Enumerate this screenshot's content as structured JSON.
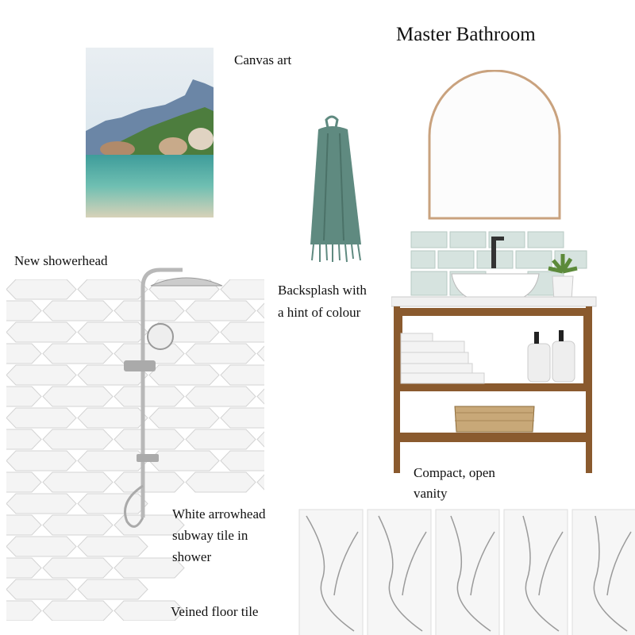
{
  "title": "Master Bathroom",
  "labels": {
    "canvas_art": "Canvas art",
    "showerhead": "New showerhead",
    "backsplash_line1": "Backsplash with",
    "backsplash_line2": "a hint of colour",
    "vanity_line1": "Compact, open",
    "vanity_line2": "vanity",
    "subway_line1": "White arrowhead",
    "subway_line2": "subway tile in",
    "subway_line3": "shower",
    "floor_tile": "Veined floor tile"
  },
  "colors": {
    "towel": "#5f8a80",
    "mirror_frame": "#c9a27e",
    "backsplash": "#d6e3df",
    "wood": "#8a5a2e"
  }
}
